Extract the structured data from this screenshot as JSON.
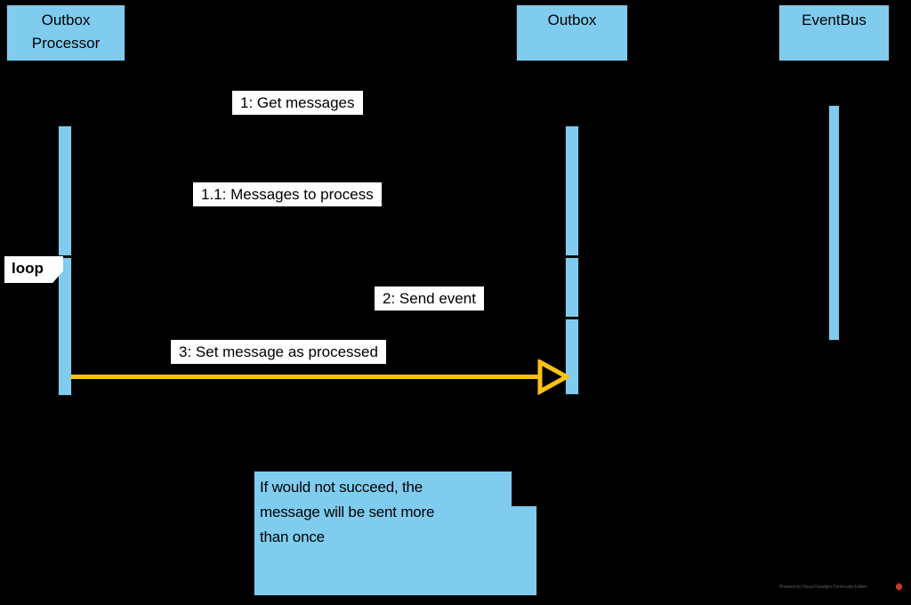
{
  "diagram": {
    "type": "uml-sequence-diagram",
    "title": "Outbox Processor",
    "background_color": "#000000",
    "lifeline_color": "#7FCCEE",
    "label_background": "#FFFFFF",
    "arrow_color": "#FFC20E",
    "note_color": "#7FCCEE"
  },
  "lifelines": [
    {
      "id": "outbox-processor",
      "name": "Outbox\nProcessor"
    },
    {
      "id": "outbox",
      "name": "Outbox"
    },
    {
      "id": "eventbus",
      "name": "EventBus"
    }
  ],
  "messages": [
    {
      "seq": "1",
      "label": "1: Get messages"
    },
    {
      "seq": "1.1",
      "label": "1.1: Messages to process"
    },
    {
      "seq": "2",
      "label": "2: Send event"
    },
    {
      "seq": "3",
      "label": "3: Set message as processed"
    }
  ],
  "fragment": {
    "operator": "loop"
  },
  "note": {
    "text": "If would not succeed, the\nmessage will be sent more\nthan once"
  },
  "watermark": {
    "text": "Powered by Visual Paradigm Community Edition"
  }
}
